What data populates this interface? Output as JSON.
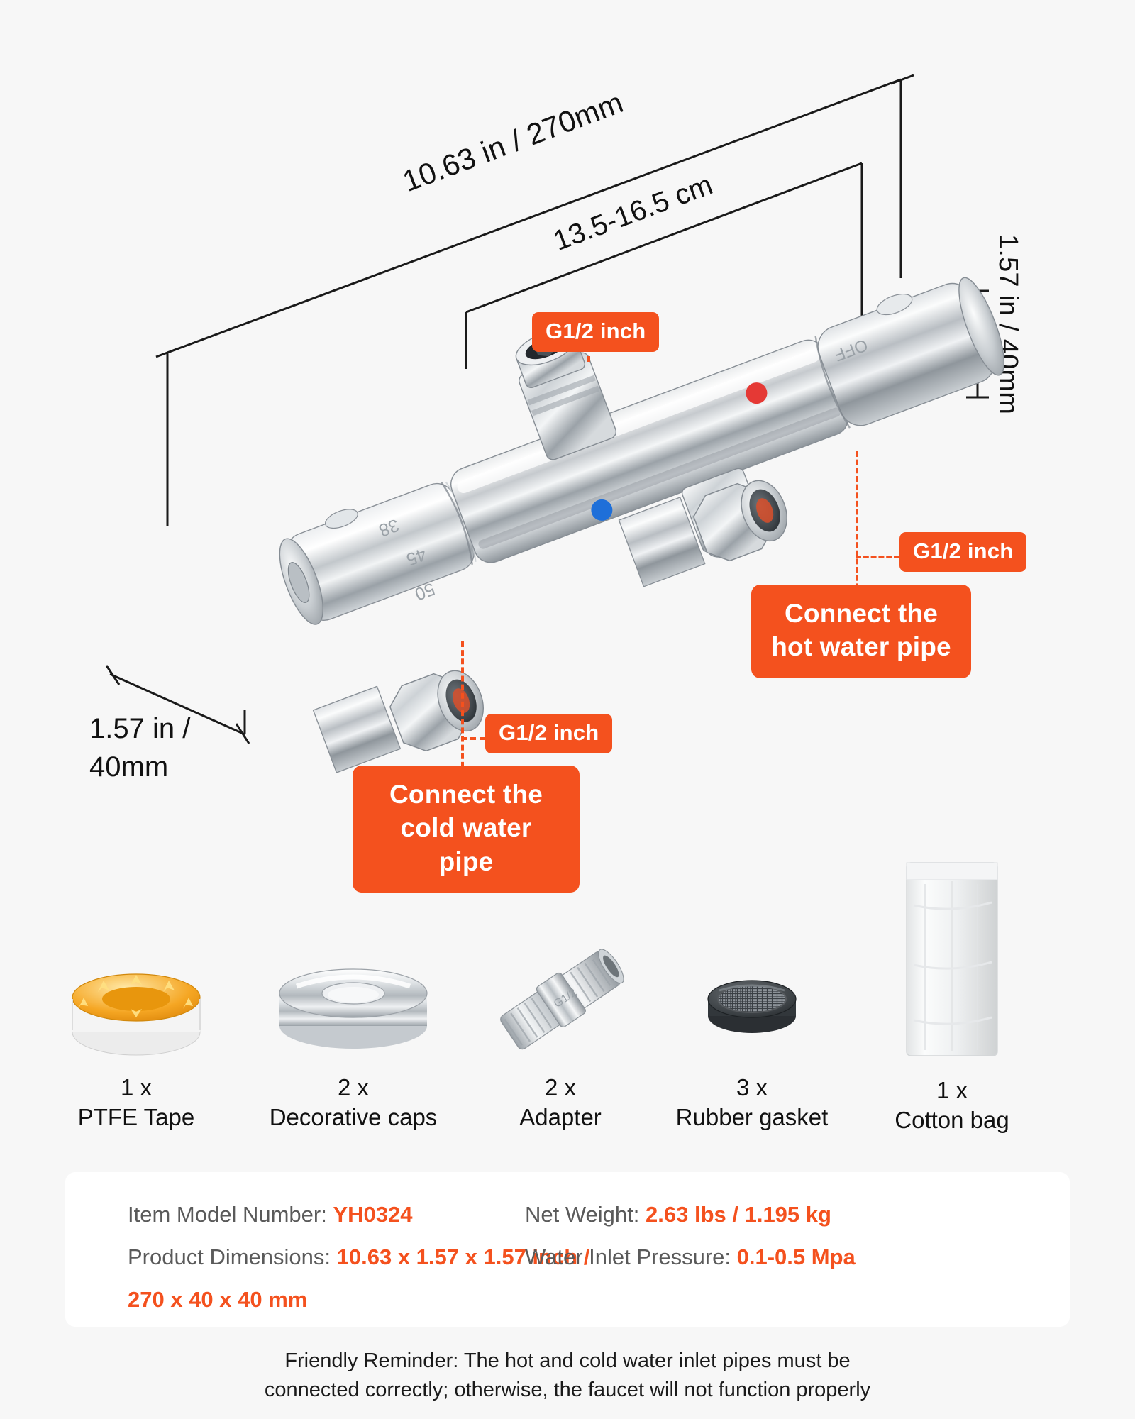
{
  "dimensions": {
    "overall_length": "10.63 in / 270mm",
    "inlet_spacing": "13.5-16.5 cm",
    "height_right": "1.57 in / 40mm",
    "depth_left_line1": "1.57 in /",
    "depth_left_line2": "40mm"
  },
  "badges": {
    "top_port": "G1/2 inch",
    "hot_port": "G1/2 inch",
    "cold_port": "G1/2 inch"
  },
  "callouts": {
    "hot_line1": "Connect the",
    "hot_line2": "hot water pipe",
    "cold_line1": "Connect the",
    "cold_line2": "cold water pipe"
  },
  "valve_markings": {
    "temp_38": "38",
    "temp_45": "45",
    "temp_50": "50",
    "off": "OFF"
  },
  "accessories": [
    {
      "qty": "1 x",
      "name": "PTFE Tape",
      "icon": "ptfe-tape-icon"
    },
    {
      "qty": "2 x",
      "name": "Decorative caps",
      "icon": "decorative-cap-icon"
    },
    {
      "qty": "2 x",
      "name": "Adapter",
      "icon": "adapter-icon"
    },
    {
      "qty": "3 x",
      "name": "Rubber gasket",
      "icon": "rubber-gasket-icon"
    },
    {
      "qty": "1 x",
      "name": "Cotton bag",
      "icon": "cotton-bag-icon"
    }
  ],
  "specs": {
    "model_key": "Item Model Number:",
    "model_val": "YH0324",
    "dims_key": "Product Dimensions:",
    "dims_val_line1": "10.63 x 1.57 x 1.57 inch /",
    "dims_val_line2": "270 x 40 x 40 mm",
    "weight_key": "Net Weight:",
    "weight_val": "2.63 lbs / 1.195 kg",
    "pressure_key": "Water Inlet Pressure:",
    "pressure_val": "0.1-0.5 Mpa"
  },
  "reminder": {
    "line1": "Friendly Reminder: The hot and cold water inlet pipes must be",
    "line2": "connected correctly; otherwise, the faucet will not function properly"
  },
  "colors": {
    "accent": "#f4511e",
    "background": "#f7f7f7",
    "hot_marker": "#e53935",
    "cold_marker": "#1e6fd9"
  }
}
